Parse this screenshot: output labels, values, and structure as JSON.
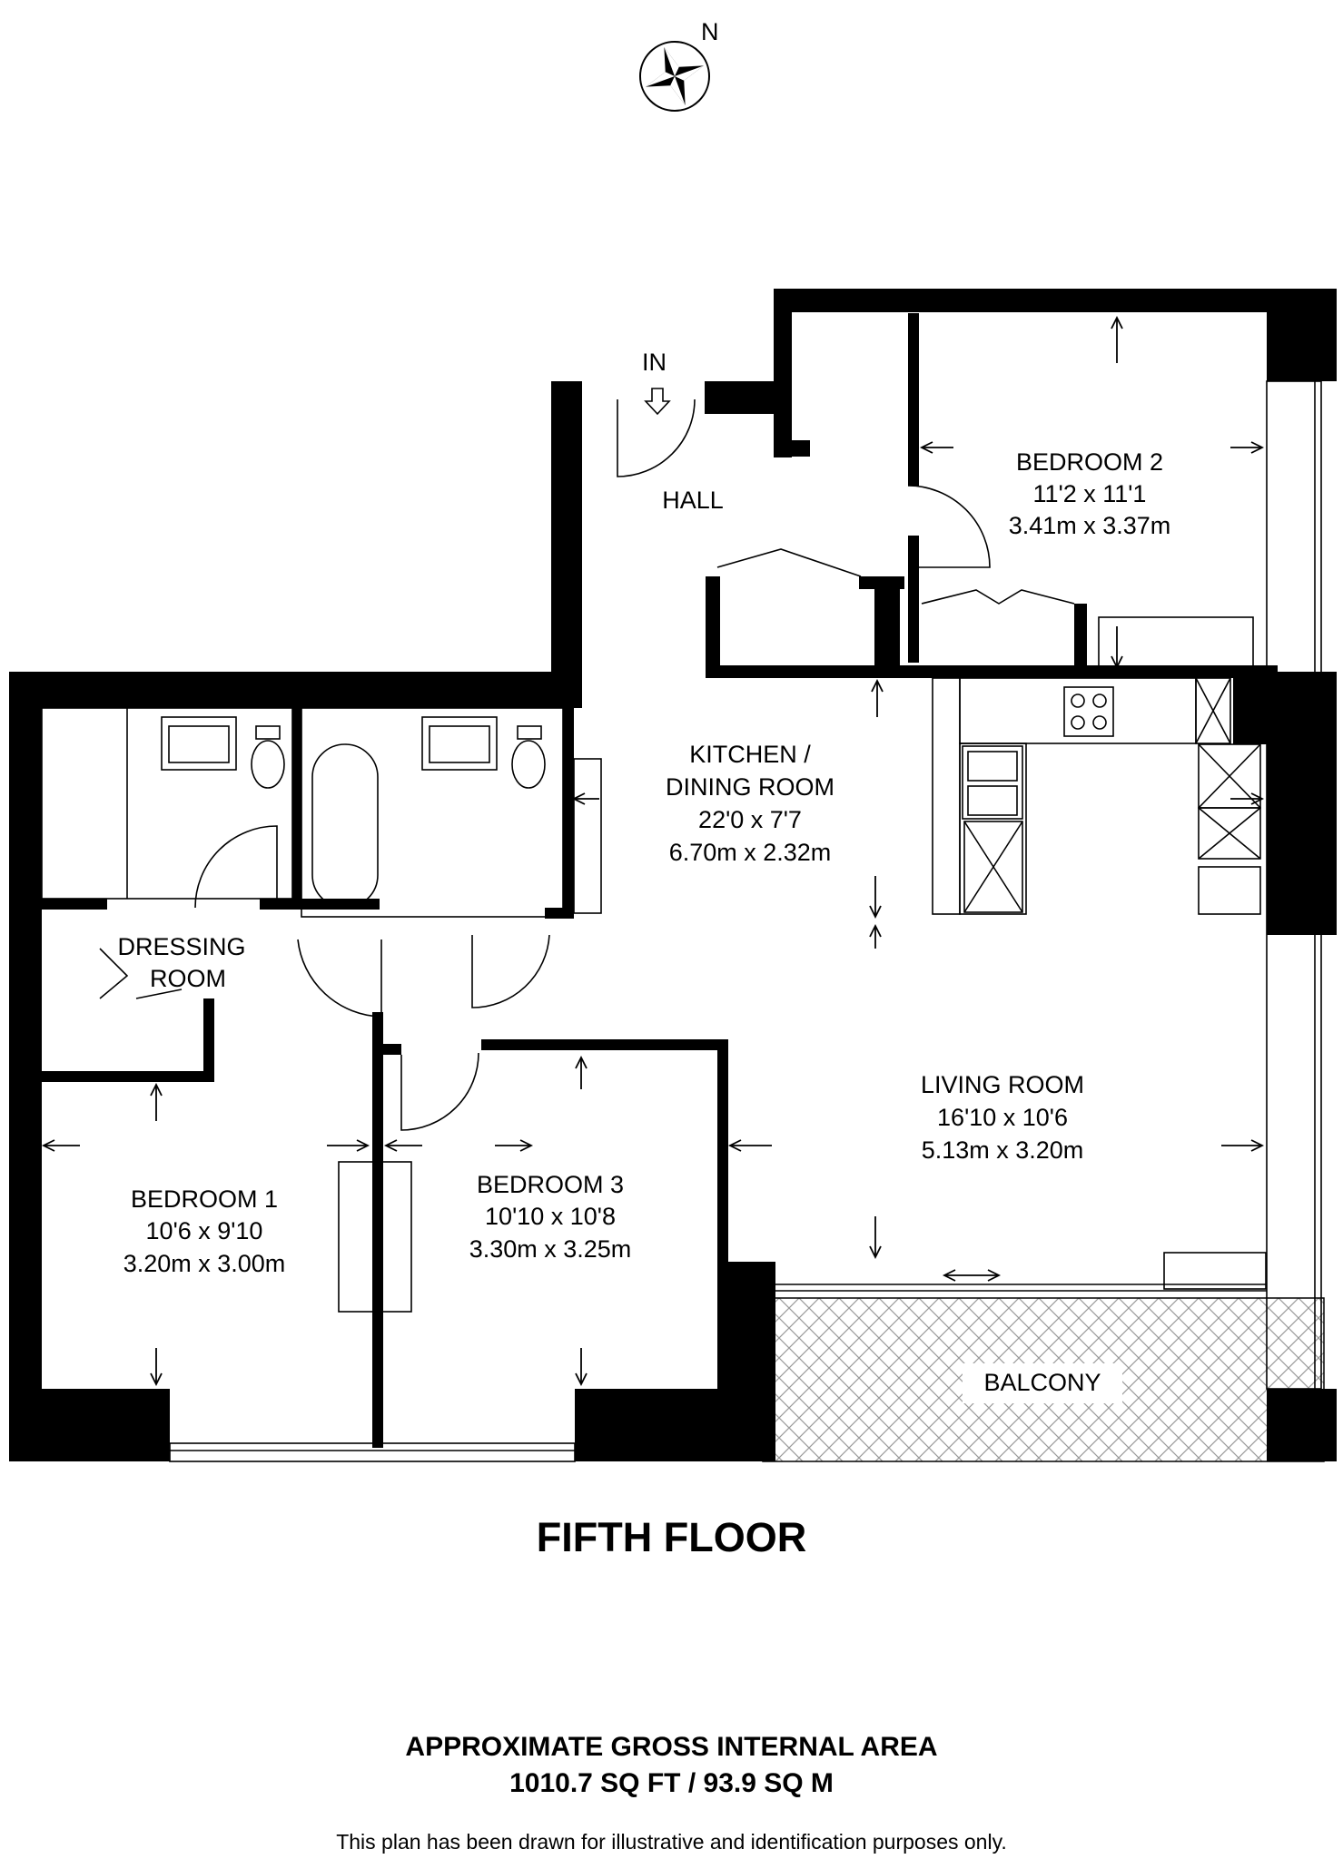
{
  "compass": {
    "label": "N",
    "icon": "compass-rose-icon"
  },
  "entrance": {
    "label": "IN",
    "icon": "entrance-arrow-icon"
  },
  "rooms": {
    "hall": {
      "name": "HALL"
    },
    "bedroom2": {
      "name": "BEDROOM 2",
      "imperial": "11'2 x 11'1",
      "metric": "3.41m x 3.37m"
    },
    "kitchen": {
      "name_line1": "KITCHEN /",
      "name_line2": "DINING ROOM",
      "imperial": "22'0 x 7'7",
      "metric": "6.70m x 2.32m"
    },
    "dressing": {
      "name_line1": "DRESSING",
      "name_line2": "ROOM"
    },
    "living": {
      "name": "LIVING ROOM",
      "imperial": "16'10 x 10'6",
      "metric": "5.13m x 3.20m"
    },
    "bedroom1": {
      "name": "BEDROOM 1",
      "imperial": "10'6 x 9'10",
      "metric": "3.20m x 3.00m"
    },
    "bedroom3": {
      "name": "BEDROOM 3",
      "imperial": "10'10 x 10'8",
      "metric": "3.30m x 3.25m"
    },
    "balcony": {
      "name": "BALCONY"
    }
  },
  "floor_title": "FIFTH FLOOR",
  "area": {
    "title": "APPROXIMATE GROSS INTERNAL AREA",
    "value": "1010.7 SQ FT / 93.9 SQ M"
  },
  "disclaimer": "This plan has been drawn for illustrative and identification purposes only."
}
